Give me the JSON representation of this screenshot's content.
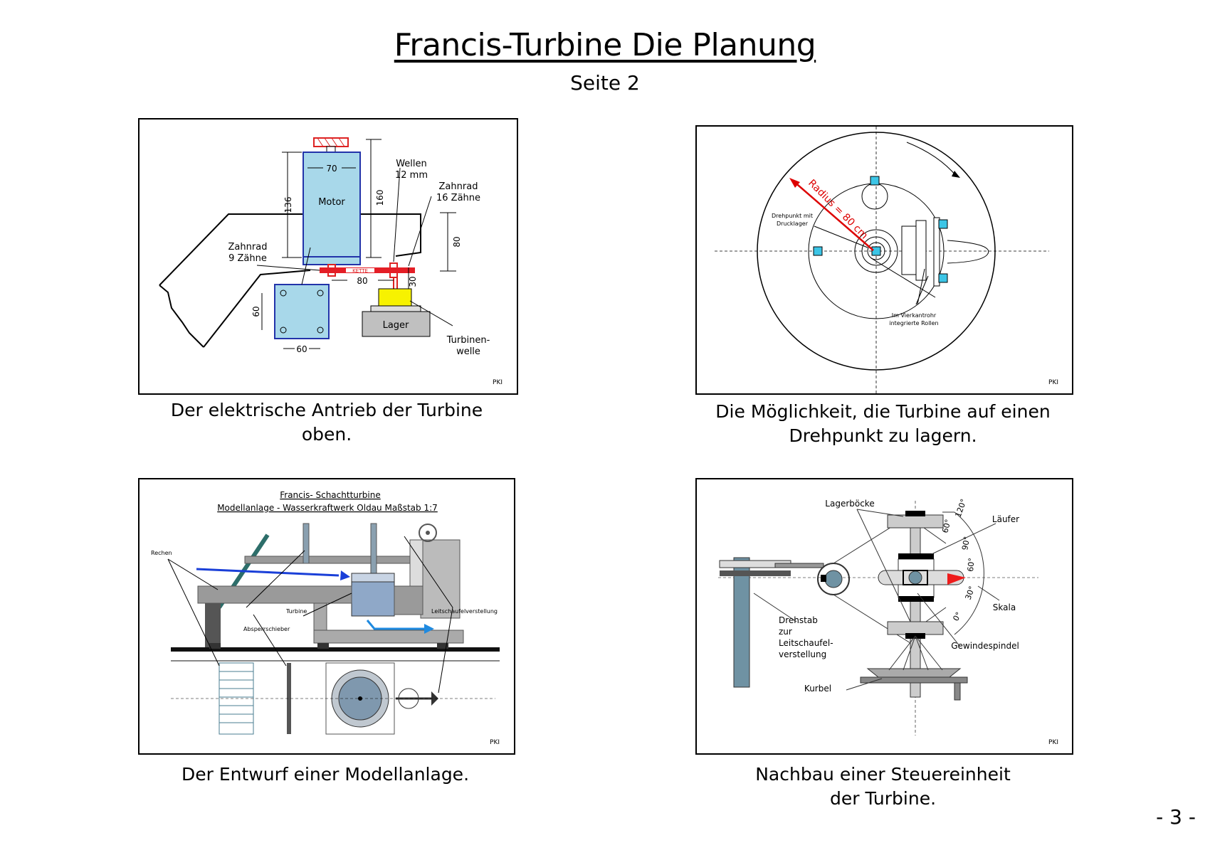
{
  "header": {
    "title": "Francis-Turbine  Die Planung",
    "subtitle": "Seite 2"
  },
  "panels": [
    {
      "caption_line1": "Der elektrische Antrieb der Turbine",
      "caption_line2": "oben.",
      "labels": {
        "wellen_1": "Wellen",
        "wellen_2": "12 mm",
        "zahnrad16_1": "Zahnrad",
        "zahnrad16_2": "16 Zähne",
        "zahnrad9_1": "Zahnrad",
        "zahnrad9_2": "9 Zähne",
        "motor": "Motor",
        "kette": "KETTE",
        "lager": "Lager",
        "turbinen_1": "Turbinen-",
        "turbinen_2": "welle",
        "dim_70": "70",
        "dim_136": "136",
        "dim_160": "160",
        "dim_80_v": "80",
        "dim_80_h": "80",
        "dim_30": "30",
        "dim_60_v": "60",
        "dim_60_h": "60",
        "pki": "PKI"
      }
    },
    {
      "caption_line1": "Die Möglichkeit, die Turbine auf einen",
      "caption_line2": "Drehpunkt zu lagern.",
      "labels": {
        "radius": "Radius = 80 cm",
        "drehpunkt_1": "Drehpunkt mit",
        "drehpunkt_2": "Drucklager",
        "rollen_1": "Im Vierkantrohr",
        "rollen_2": "integrierte Rollen",
        "pki": "PKI"
      }
    },
    {
      "caption_line1": "Der Entwurf einer Modellanlage.",
      "labels": {
        "header_1": "Francis- Schachtturbine",
        "header_2": "Modellanlage - Wasserkraftwerk Oldau  Maßstab  1:7",
        "rechen": "Rechen",
        "turbine": "Turbine",
        "absperrschieber": "Absperrschieber",
        "leitschaufel": "Leitschaufelverstellung",
        "pki": "PKI"
      }
    },
    {
      "caption_line1": "Nachbau einer Steuereinheit",
      "caption_line2": "der Turbine.",
      "labels": {
        "lagerboecke": "Lagerböcke",
        "laeufer": "Läufer",
        "skala": "Skala",
        "drehstab_1": "Drehstab",
        "drehstab_2": "zur",
        "drehstab_3": "Leitschaufel-",
        "drehstab_4": "verstellung",
        "gewindespindel": "Gewindespindel",
        "kurbel": "Kurbel",
        "scale_0": "0°",
        "scale_30": "30°",
        "scale_60a": "60°",
        "scale_90": "90°",
        "scale_60b": "60°",
        "scale_120": "120°",
        "pki": "PKI"
      }
    }
  ],
  "footer": {
    "page_number": "- 3 -"
  }
}
